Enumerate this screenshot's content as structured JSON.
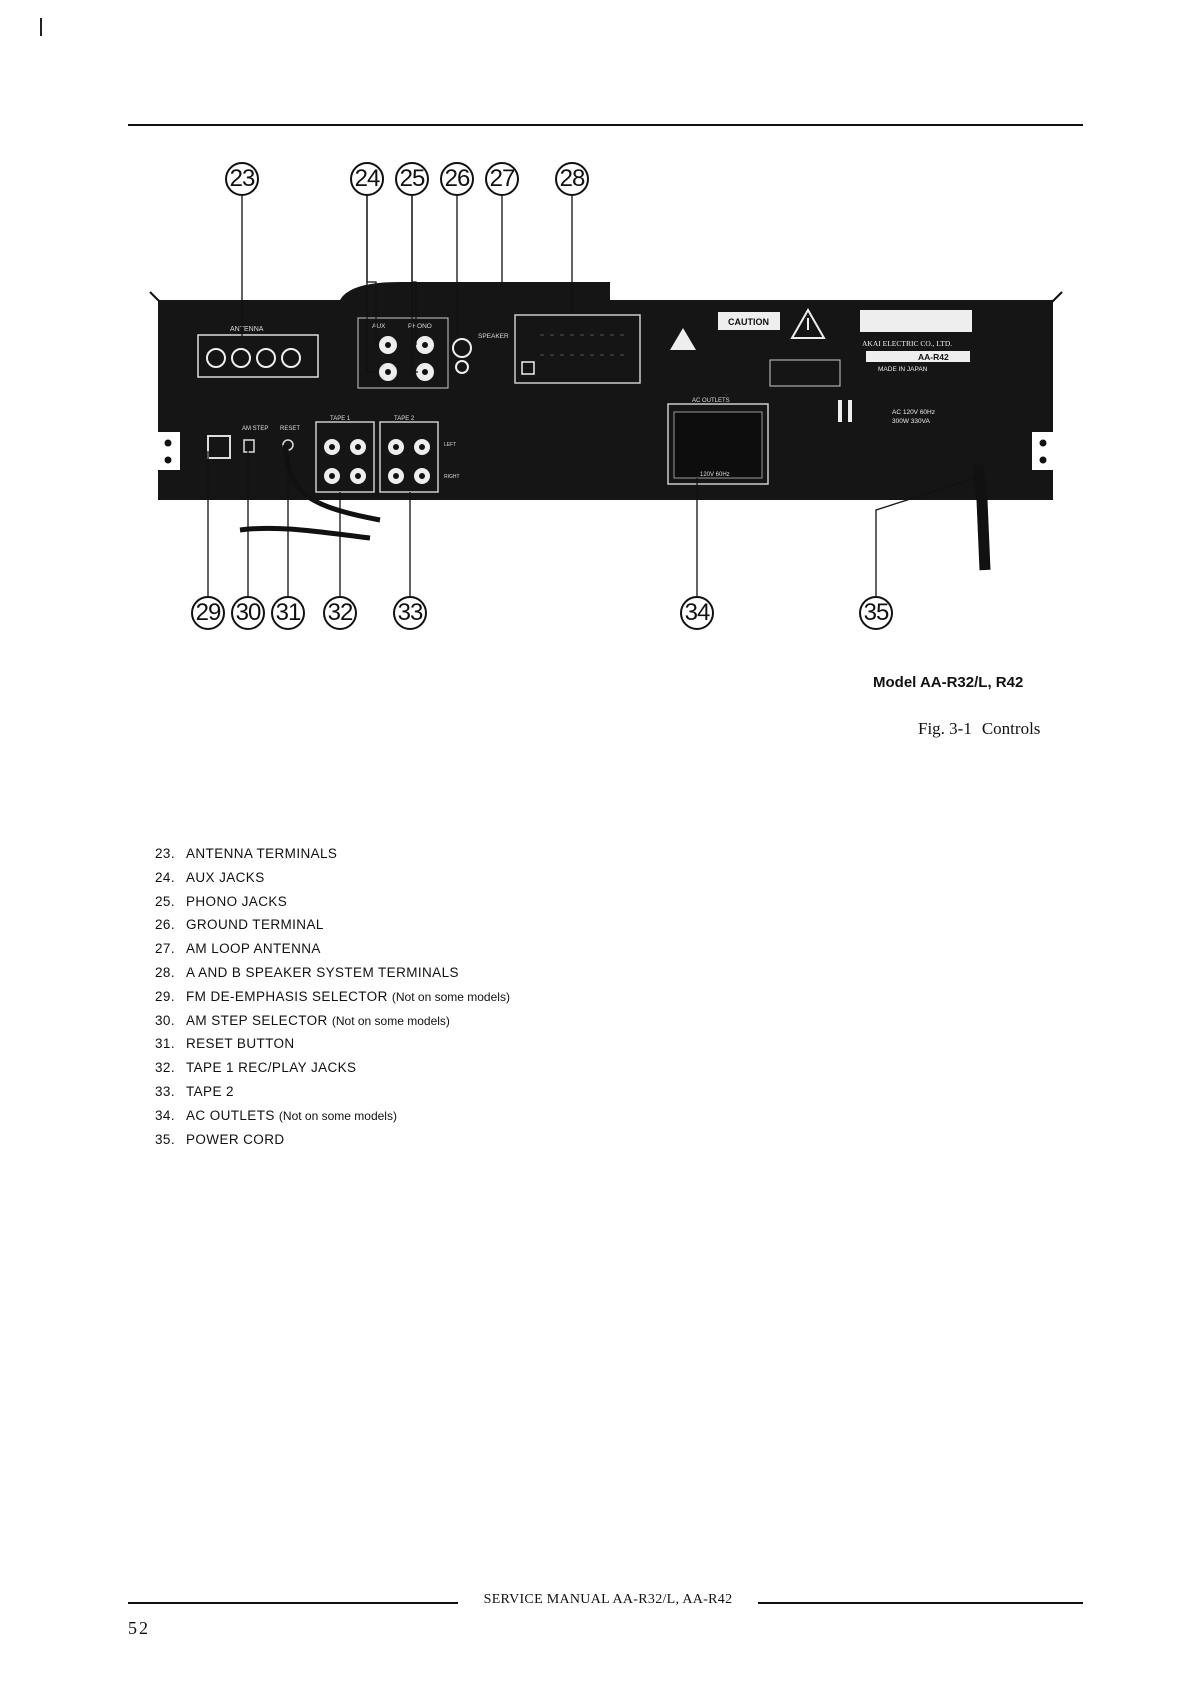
{
  "figure": {
    "callouts_top": [
      "23",
      "24",
      "25",
      "26",
      "27",
      "28"
    ],
    "callouts_bottom": [
      "29",
      "30",
      "31",
      "32",
      "33",
      "34",
      "35"
    ],
    "panel_labels": {
      "antenna": "ANTENNA",
      "aux": "AUX",
      "phono": "PHONO",
      "speaker": "SPEAKER",
      "caution": "CAUTION",
      "maker": "AKAI ELECTRIC CO., LTD.",
      "model_plate": "AA-R42",
      "made_in": "MADE IN JAPAN",
      "ac_outlets": "AC OUTLETS",
      "ac_rating": "120V 60Hz",
      "power_rating_1": "AC 120V 60Hz",
      "power_rating_2": "300W 330VA",
      "am_step": "AM STEP",
      "reset": "RESET",
      "tape1": "TAPE 1",
      "tape2": "TAPE 2",
      "left": "LEFT",
      "right": "RIGHT"
    }
  },
  "model_label": "Model  AA-R32/L, R42",
  "caption": {
    "fig": "Fig. 3-1",
    "title": "Controls"
  },
  "legend": [
    {
      "num": "23.",
      "text": "ANTENNA TERMINALS",
      "note": ""
    },
    {
      "num": "24.",
      "text": "AUX JACKS",
      "note": ""
    },
    {
      "num": "25.",
      "text": "PHONO JACKS",
      "note": ""
    },
    {
      "num": "26.",
      "text": "GROUND TERMINAL",
      "note": ""
    },
    {
      "num": "27.",
      "text": "AM LOOP ANTENNA",
      "note": ""
    },
    {
      "num": "28.",
      "text": "A AND B SPEAKER SYSTEM TERMINALS",
      "note": ""
    },
    {
      "num": "29.",
      "text": "FM DE-EMPHASIS SELECTOR",
      "note": "(Not on some models)"
    },
    {
      "num": "30.",
      "text": "AM STEP SELECTOR",
      "note": "(Not on some models)"
    },
    {
      "num": "31.",
      "text": "RESET BUTTON",
      "note": ""
    },
    {
      "num": "32.",
      "text": "TAPE 1 REC/PLAY JACKS",
      "note": ""
    },
    {
      "num": "33.",
      "text": "TAPE 2",
      "note": ""
    },
    {
      "num": "34.",
      "text": "AC OUTLETS",
      "note": "(Not on some models)"
    },
    {
      "num": "35.",
      "text": "POWER CORD",
      "note": ""
    }
  ],
  "footer": {
    "title": "SERVICE MANUAL AA-R32/L, AA-R42",
    "page": "52"
  }
}
